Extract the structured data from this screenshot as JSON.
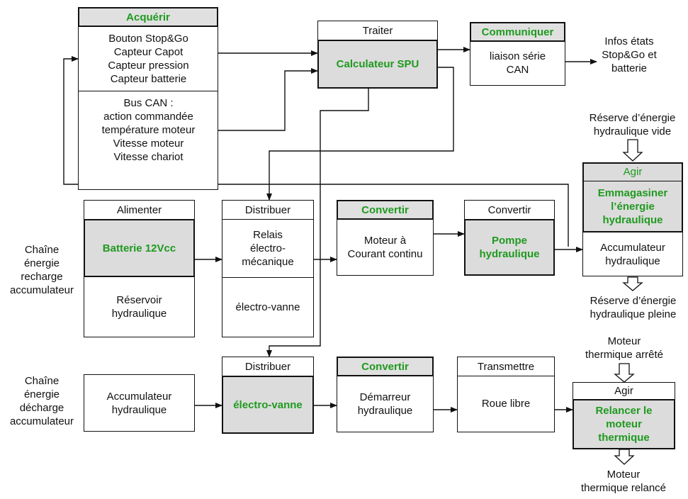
{
  "acquerir": {
    "title": "Acquérir",
    "sensors": [
      "Bouton Stop&Go",
      "Capteur Capot",
      "Capteur pression",
      "Capteur batterie"
    ],
    "bus": [
      "Bus CAN :",
      "action commandée",
      "température moteur",
      "Vitesse moteur",
      "Vitesse chariot"
    ]
  },
  "traiter": {
    "title": "Traiter",
    "body": "Calculateur SPU"
  },
  "communiquer": {
    "title": "Communiquer",
    "body": [
      "liaison série",
      "CAN"
    ]
  },
  "infos_label": [
    "Infos états",
    "Stop&Go et",
    "batterie"
  ],
  "reserve_vide": [
    "Réserve d’énergie",
    "hydraulique vide"
  ],
  "agir_top": {
    "title": "Agir",
    "body": [
      "Emmagasiner",
      "l’énergie",
      "hydraulique"
    ],
    "lower": [
      "Accumulateur",
      "hydraulique"
    ]
  },
  "reserve_pleine": [
    "Réserve d’énergie",
    "hydraulique pleine"
  ],
  "chain1_label": [
    "Chaîne",
    "énergie",
    "recharge",
    "accumulateur"
  ],
  "alimenter": {
    "title": "Alimenter",
    "body": "Batterie 12Vcc",
    "lower": [
      "Réservoir",
      "hydraulique"
    ]
  },
  "distribuer1": {
    "title": "Distribuer",
    "upper": [
      "Relais",
      "électro-",
      "mécanique"
    ],
    "lower": "électro-vanne"
  },
  "convertir1": {
    "title": "Convertir",
    "body": [
      "Moteur à",
      "Courant continu"
    ]
  },
  "convertir2": {
    "title": "Convertir",
    "body": [
      "Pompe",
      "hydraulique"
    ]
  },
  "moteur_arrete": [
    "Moteur",
    "thermique arrêté"
  ],
  "chain2_label": [
    "Chaîne",
    "énergie",
    "décharge",
    "accumulateur"
  ],
  "accumulateur2": [
    "Accumulateur",
    "hydraulique"
  ],
  "distribuer2": {
    "title": "Distribuer",
    "body": "électro-vanne"
  },
  "convertir3": {
    "title": "Convertir",
    "body": [
      "Démarreur",
      "hydraulique"
    ]
  },
  "transmettre": {
    "title": "Transmettre",
    "body": "Roue libre"
  },
  "agir_bottom": {
    "title": "Agir",
    "body": [
      "Relancer le",
      "moteur",
      "thermique"
    ]
  },
  "moteur_relance": [
    "Moteur",
    "thermique relancé"
  ]
}
